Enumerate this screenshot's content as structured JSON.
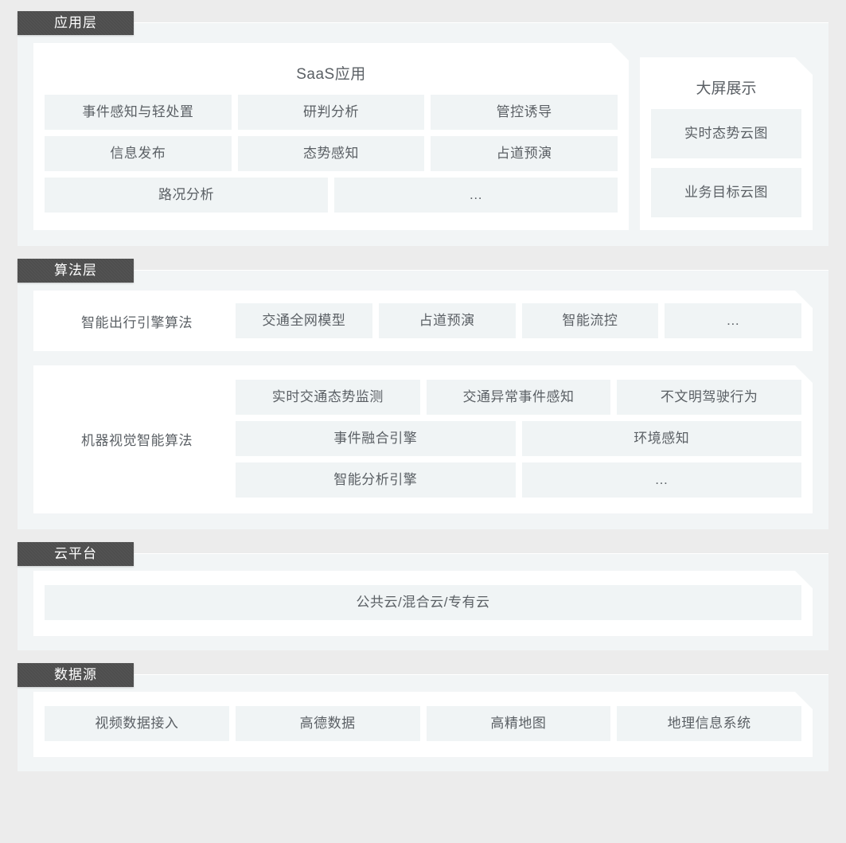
{
  "layers": [
    {
      "tab": "应用层",
      "cards": [
        {
          "title": "SaaS应用",
          "rows": [
            [
              "事件感知与轻处置",
              "研判分析",
              "管控诱导"
            ],
            [
              "信息发布",
              "态势感知",
              "占道预演"
            ],
            [
              "路况分析",
              "…"
            ]
          ]
        },
        {
          "title": "大屏展示",
          "items": [
            "实时态势云图",
            "业务目标云图"
          ]
        }
      ]
    },
    {
      "tab": "算法层",
      "algorithm_card": {
        "label": "智能出行引擎算法",
        "items": [
          "交通全网模型",
          "占道预演",
          "智能流控",
          "…"
        ]
      },
      "vision_card": {
        "label": "机器视觉智能算法",
        "row1": [
          "实时交通态势监测",
          "交通异常事件感知",
          "不文明驾驶行为"
        ],
        "row2": [
          "事件融合引擎",
          "环境感知"
        ],
        "row3": [
          "智能分析引擎",
          "…"
        ]
      }
    },
    {
      "tab": "云平台",
      "item": "公共云/混合云/专有云"
    },
    {
      "tab": "数据源",
      "items": [
        "视频数据接入",
        "高德数据",
        "高精地图",
        "地理信息系统"
      ]
    }
  ],
  "colors": {
    "page_background": "#ececec",
    "band_background": "#f2f5f6",
    "card_background": "#ffffff",
    "chip_background": "#f0f4f5",
    "tab_background": "#4d4d4d",
    "tab_text": "#ffffff",
    "body_text": "#5b6065"
  }
}
